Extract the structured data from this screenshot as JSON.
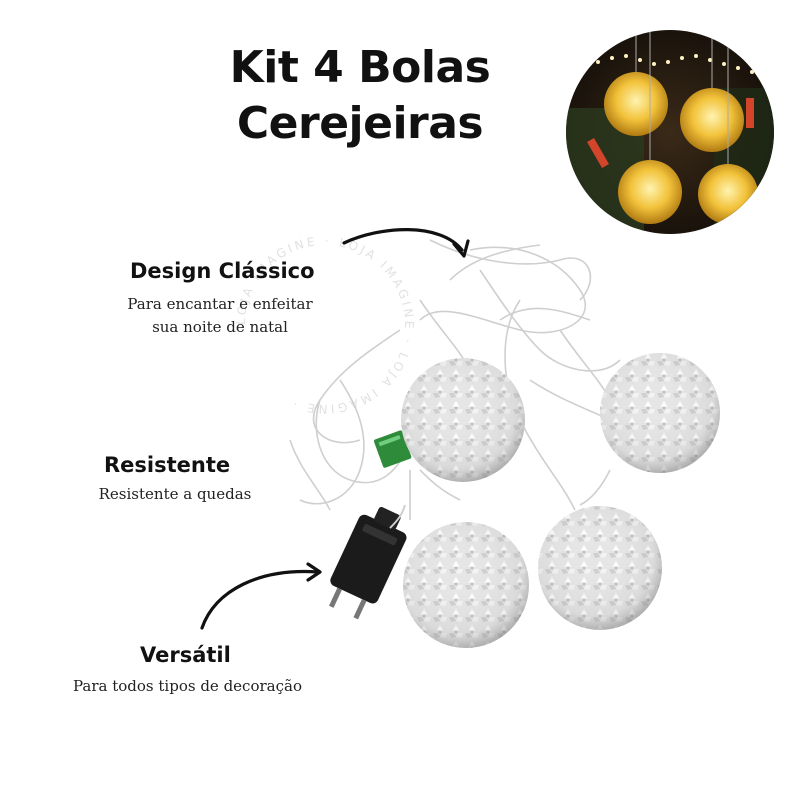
{
  "header": {
    "title_line1": "Kit 4 Bolas",
    "title_line2": "Cerejeiras"
  },
  "features": [
    {
      "title": "Design Clássico",
      "desc_line1": "Para encantar e enfeitar",
      "desc_line2": "sua noite de natal"
    },
    {
      "title": "Resistente",
      "desc_line1": "Resistente a quedas"
    },
    {
      "title": "Versátil",
      "desc_line1": "Para todos tipos de decoração"
    }
  ],
  "watermark": {
    "text": "LOJA IMAGINE · LOJA IMAGINE · LOJA IMAGINE ·"
  },
  "icons": [
    "curved-arrow-icon",
    "power-adapter-icon",
    "light-ball-icon"
  ],
  "colors": {
    "text": "#111111",
    "ball_white": "#e8e8e8",
    "glow_gold": "#f2c23a",
    "adapter": "#1b1b1b",
    "connector_green": "#2e8b3a"
  }
}
